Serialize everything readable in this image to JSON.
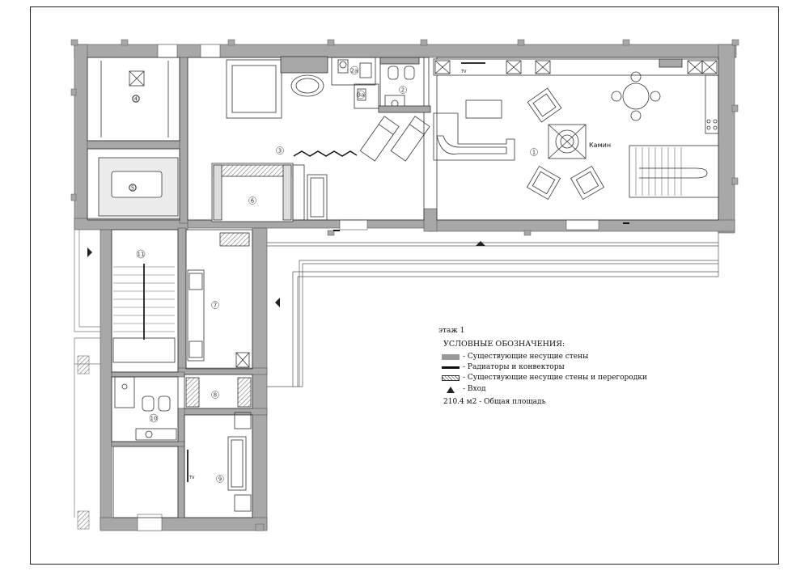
{
  "plan": {
    "room_numbers": [
      "1",
      "2",
      "2a",
      "3",
      "4",
      "5",
      "6",
      "7",
      "8",
      "9",
      "10",
      "11",
      "3a"
    ],
    "fireplace_label": "Камин",
    "tv_label": "TV"
  },
  "legend": {
    "floor": "этаж 1",
    "heading": "УСЛОВНЫЕ ОБОЗНАЧЕНИЯ:",
    "items": [
      {
        "symbol": "gray-wall-swatch",
        "text": "- Существующие несущие стены"
      },
      {
        "symbol": "black-line-swatch",
        "text": "- Радиаторы и конвекторы"
      },
      {
        "symbol": "hatched-wall-swatch",
        "text": "- Существующие несущие стены и перегородки"
      },
      {
        "symbol": "entrance-triangle-icon",
        "text": "- Вход"
      }
    ],
    "area": "210.4 м2 - Общая площадь"
  }
}
